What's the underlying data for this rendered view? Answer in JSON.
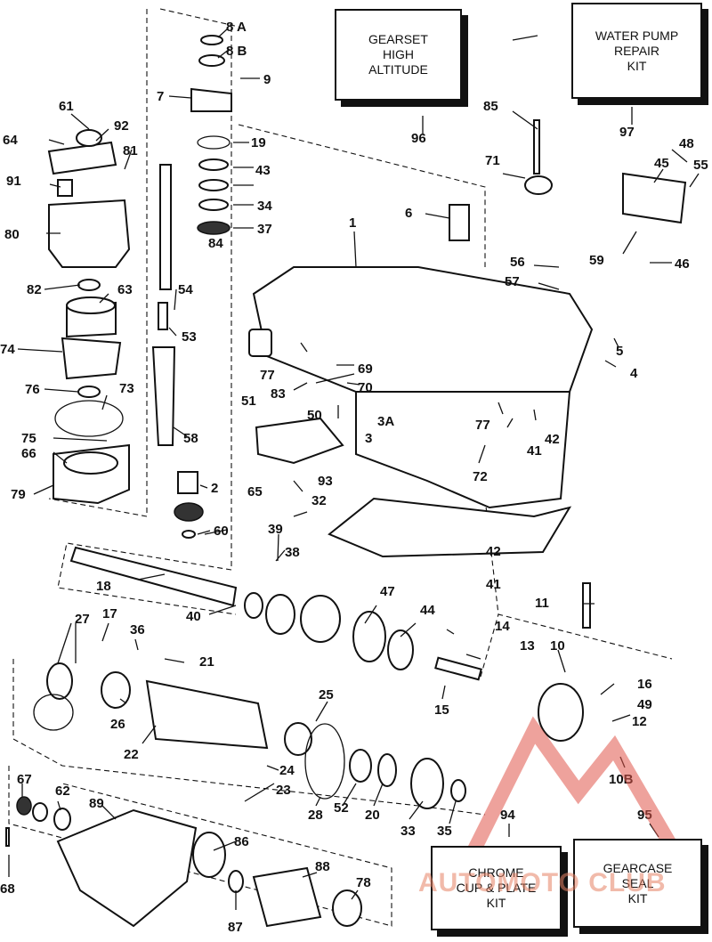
{
  "kits": {
    "gearset": "GEARSET\nHIGH\nALTITUDE",
    "water_pump": "WATER PUMP\nREPAIR\nKIT",
    "chrome_cup": "CHROME\nCUP & PLATE\nKIT",
    "gearcase_seal": "GEARCASE\nSEAL\nKIT"
  },
  "callouts": {
    "c1": "1",
    "c2": "2",
    "c3": "3",
    "c3a": "3A",
    "c4": "4",
    "c5": "5",
    "c6": "6",
    "c7": "7",
    "c8a": "8 A",
    "c8b": "8 B",
    "c9": "9",
    "c10": "10",
    "c10b": "10B",
    "c11": "11",
    "c12": "12",
    "c13": "13",
    "c14": "14",
    "c15": "15",
    "c16": "16",
    "c17": "17",
    "c18": "18",
    "c19": "19",
    "c20": "20",
    "c21": "21",
    "c22": "22",
    "c23": "23",
    "c24": "24",
    "c25": "25",
    "c26": "26",
    "c27": "27",
    "c28": "28",
    "c32": "32",
    "c33": "33",
    "c34": "34",
    "c35": "35",
    "c36": "36",
    "c37": "37",
    "c38": "38",
    "c39": "39",
    "c40": "40",
    "c41a": "41",
    "c41b": "41",
    "c42a": "42",
    "c42b": "42",
    "c43": "43",
    "c44": "44",
    "c45": "45",
    "c46": "46",
    "c47": "47",
    "c48": "48",
    "c49": "49",
    "c50": "50",
    "c51": "51",
    "c52": "52",
    "c53": "53",
    "c54": "54",
    "c55": "55",
    "c56": "56",
    "c57": "57",
    "c58": "58",
    "c59": "59",
    "c60": "60",
    "c61": "61",
    "c62": "62",
    "c63": "63",
    "c64": "64",
    "c65": "65",
    "c66": "66",
    "c67": "67",
    "c68": "68",
    "c69": "69",
    "c70": "70",
    "c71": "71",
    "c72": "72",
    "c73": "73",
    "c74": "74",
    "c75": "75",
    "c76": "76",
    "c77a": "77",
    "c77b": "77",
    "c78": "78",
    "c79": "79",
    "c80": "80",
    "c81": "81",
    "c82": "82",
    "c83": "83",
    "c84": "84",
    "c85": "85",
    "c86": "86",
    "c87": "87",
    "c88": "88",
    "c89": "89",
    "c91": "91",
    "c92": "92",
    "c93": "93",
    "c94": "94",
    "c95": "95",
    "c96": "96",
    "c97": "97"
  },
  "watermark": "AUTOMOTO CLUB"
}
